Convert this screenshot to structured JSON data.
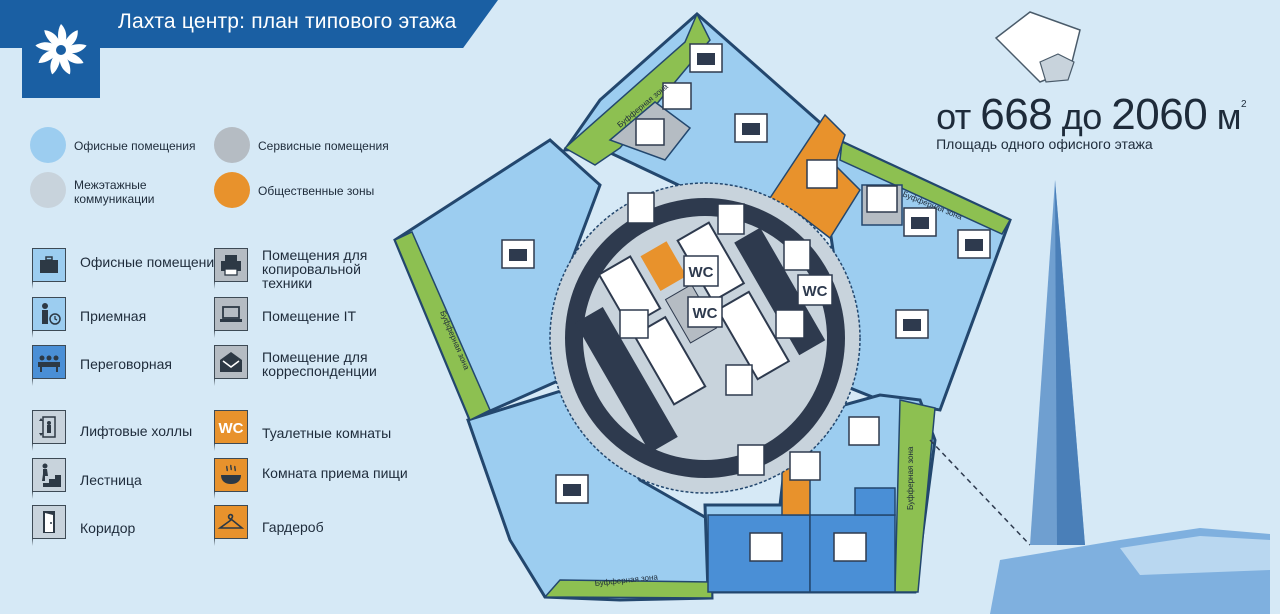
{
  "title": "Лахта центр: план типового этажа",
  "area": {
    "prefix": "от",
    "min": "668",
    "mid": "до",
    "max": "2060",
    "unit": "м",
    "unit_power": "2",
    "caption": "Площадь одного офисного этажа"
  },
  "zone_legend": [
    {
      "label": "Офисные помещения",
      "color": "#9ccdf0"
    },
    {
      "label": "Сервисные помещения",
      "color": "#b5bcc3"
    },
    {
      "label": "Межэтажные коммуникации",
      "color": "#c8d3dc"
    },
    {
      "label": "Общественные зоны",
      "color": "#e8922c"
    }
  ],
  "icon_legend_left": [
    {
      "label": "Офисные помещения",
      "icon": "briefcase-icon"
    },
    {
      "label": "Приемная",
      "icon": "reception-icon"
    },
    {
      "label": "Переговорная",
      "icon": "meeting-room-icon"
    },
    {
      "label": "Лифтовые холлы",
      "icon": "elevator-icon"
    },
    {
      "label": "Лестница",
      "icon": "stairs-icon"
    },
    {
      "label": "Коридор",
      "icon": "door-icon"
    }
  ],
  "icon_legend_right": [
    {
      "label": "Помещения для копировальной техники",
      "icon": "printer-icon"
    },
    {
      "label": "Помещение IT",
      "icon": "laptop-icon"
    },
    {
      "label": "Помещение для корреспонденции",
      "icon": "envelope-icon"
    },
    {
      "label": "Туалетные комнаты",
      "icon": "wc-icon"
    },
    {
      "label": "Комната приема пищи",
      "icon": "food-icon"
    },
    {
      "label": "Гардероб",
      "icon": "hanger-icon"
    }
  ],
  "plan_labels": {
    "buffer_zone": "Буфферная зона",
    "wc": "WC"
  },
  "colors": {
    "office": "#9ccdf0",
    "service": "#b5bcc3",
    "communications": "#c8d3dc",
    "public": "#e8922c",
    "buffer": "#8dc051",
    "meeting": "#4a8fd6",
    "core_dark": "#2e3a4e",
    "wall": "#23476e",
    "header": "#1a5fa3"
  }
}
